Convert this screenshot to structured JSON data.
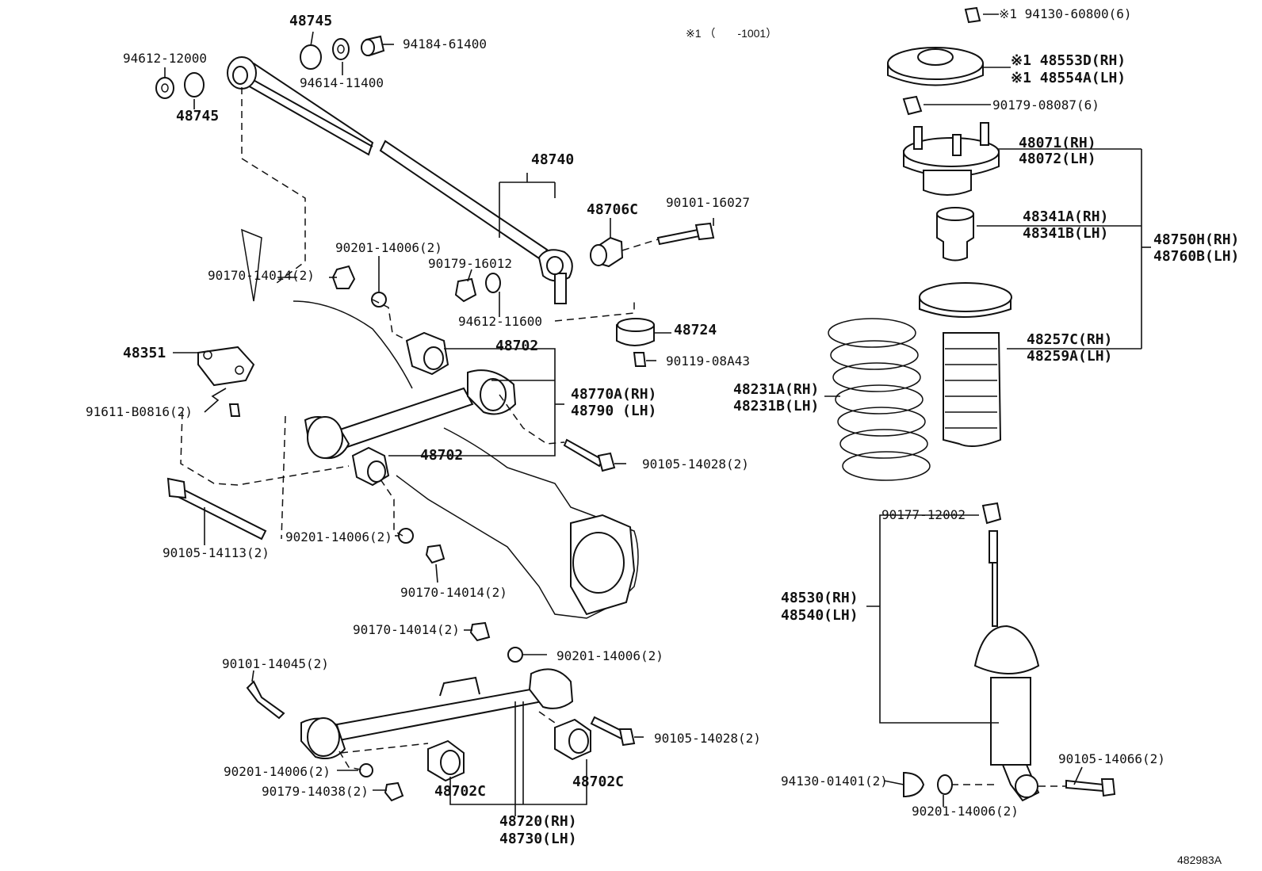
{
  "note": "※1 （　　-1001）",
  "drawing_id": "482983A",
  "labels": {
    "p94130_60800": "※1 94130-60800(6)",
    "p48553d": "※1 48553D(RH)",
    "p48554a": "※1 48554A(LH)",
    "p90179_08087": "90179-08087(6)",
    "p48071": "48071(RH)",
    "p48072": "48072(LH)",
    "p48341a": "48341A(RH)",
    "p48341b": "48341B(LH)",
    "p48750h": "48750H(RH)",
    "p48760b": "48760B(LH)",
    "p48257c": "48257C(RH)",
    "p48259a": "48259A(LH)",
    "p48231a": "48231A(RH)",
    "p48231b": "48231B(LH)",
    "p90177_12002": "90177-12002",
    "p48530": "48530(RH)",
    "p48540": "48540(LH)",
    "p90105_14066": "90105-14066(2)",
    "p94130_01401": "94130-01401(2)",
    "p90201_14006_f": "90201-14006(2)",
    "p48745_a": "48745",
    "p48745_b": "48745",
    "p94612_12000": "94612-12000",
    "p94614_11400": "94614-11400",
    "p94184_61400": "94184-61400",
    "p48740": "48740",
    "p48706c": "48706C",
    "p90101_16027": "90101-16027",
    "p90201_14006_a": "90201-14006(2)",
    "p90179_16012": "90179-16012",
    "p90170_14014_a": "90170-14014(2)",
    "p94612_11600": "94612-11600",
    "p48724": "48724",
    "p90119_08a43": "90119-08A43",
    "p48351": "48351",
    "p48702_a": "48702",
    "p48770a": "48770A(RH)",
    "p48790": "48790  (LH)",
    "p91611_b0816": "91611-B0816(2)",
    "p48702_b": "48702",
    "p90105_14028_a": "90105-14028(2)",
    "p90201_14006_b": "90201-14006(2)",
    "p90105_14113": "90105-14113(2)",
    "p90170_14014_b": "90170-14014(2)",
    "p90170_14014_c": "90170-14014(2)",
    "p90201_14006_c": "90201-14006(2)",
    "p90101_14045": "90101-14045(2)",
    "p90105_14028_b": "90105-14028(2)",
    "p90201_14006_d": "90201-14006(2)",
    "p90179_14038": "90179-14038(2)",
    "p48702c_a": "48702C",
    "p48702c_b": "48702C",
    "p48720": "48720(RH)",
    "p48730": "48730(LH)"
  }
}
